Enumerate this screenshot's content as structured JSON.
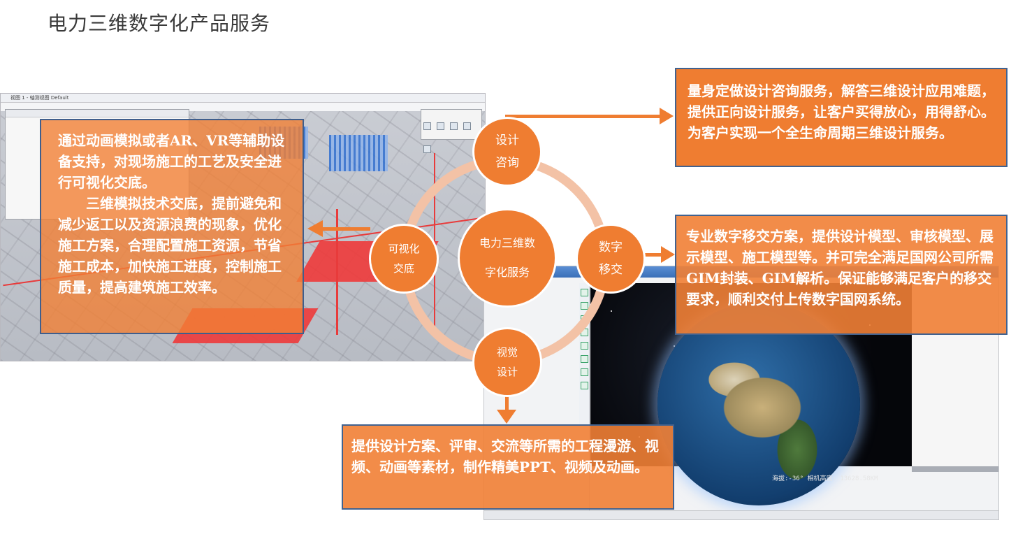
{
  "page": {
    "title": "电力三维数字化产品服务"
  },
  "left_screenshot": {
    "window_title": "视图 1 - 轴测视图 Default"
  },
  "right_screenshot": {
    "status_readout": "海拔:-36°  相机高度: 13628.58KM"
  },
  "diagram": {
    "center": {
      "line1": "电力三维数",
      "line2": "字化服务"
    },
    "design_consult": {
      "line1": "设计",
      "line2": "咨询"
    },
    "visual_delivery": {
      "line1": "可视化",
      "line2": "交底"
    },
    "digital_transfer": {
      "line1": "数字",
      "line2": "移交"
    },
    "visual_design": {
      "line1": "视觉",
      "line2": "设计"
    }
  },
  "boxes": {
    "left": {
      "para1": "通过动画模拟或者AR、VR等辅助设备支持，对现场施工的工艺及安全进行可视化交底。",
      "para2": "三维模拟技术交底，提前避免和减少返工以及资源浪费的现象，优化施工方案，合理配置施工资源，节省施工成本，加快施工进度，控制施工质量，提高建筑施工效率。"
    },
    "top_right": "量身定做设计咨询服务，解答三维设计应用难题，提供正向设计服务，让客户买得放心，用得舒心。为客户实现一个全生命周期三维设计服务。",
    "mid_right": "专业数字移交方案，提供设计模型、审核模型、展示模型、施工模型等。并可完全满足国网公司所需GIM封装、GIM解析。保证能够满足客户的移交要求，顺利交付上传数字国网系统。",
    "bottom": "提供设计方案、评审、交流等所需的工程漫游、视频、动画等素材，制作精美PPT、视频及动画。"
  },
  "colors": {
    "accent_orange": "#ef7d31",
    "ring_light": "#f3c2a6",
    "box_border": "#41628f"
  }
}
